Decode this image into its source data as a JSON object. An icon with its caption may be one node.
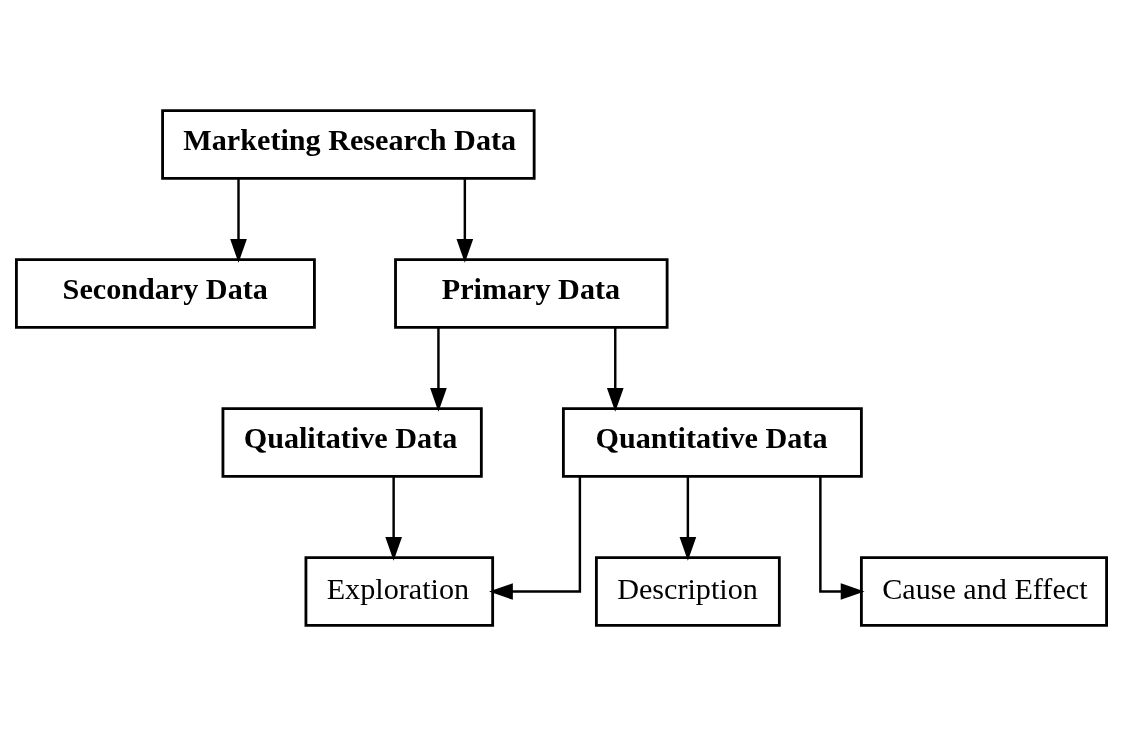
{
  "diagram": {
    "nodes": [
      {
        "text": [
          "Marketing Research Data"
        ]
      },
      {
        "text": [
          "Secondary Data"
        ]
      },
      {
        "text": [
          "Primary Data"
        ]
      },
      {
        "text": [
          "Qualitative Data"
        ]
      },
      {
        "text": [
          "Quantitative Data"
        ]
      },
      {
        "text": [
          "Exploration"
        ]
      },
      {
        "text": [
          "Description"
        ]
      },
      {
        "text": [
          "Cause and Effect"
        ]
      }
    ],
    "edges": [
      {
        "from": 0,
        "to": 1,
        "arrow": "to"
      },
      {
        "from": 0,
        "to": 2,
        "arrow": "to"
      },
      {
        "from": 2,
        "to": 3,
        "arrow": "to"
      },
      {
        "from": 2,
        "to": 4,
        "arrow": "to"
      },
      {
        "from": 3,
        "to": 5,
        "arrow": "to"
      },
      {
        "from": 4,
        "to": 5,
        "arrow": "to"
      },
      {
        "from": 4,
        "to": 6,
        "arrow": "to"
      },
      {
        "from": 4,
        "to": 7,
        "arrow": "to"
      }
    ]
  }
}
